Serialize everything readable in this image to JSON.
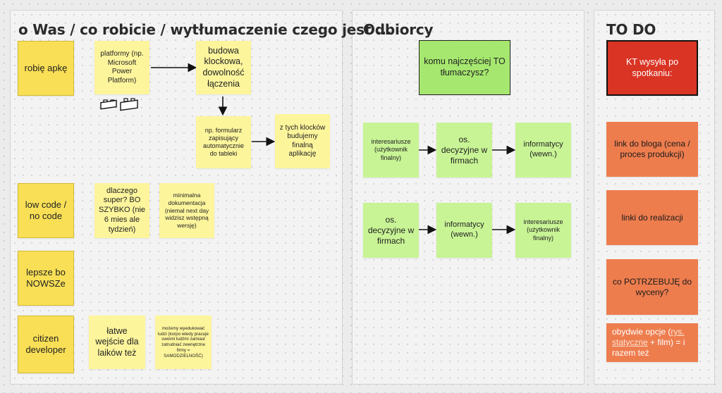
{
  "frames": {
    "main": {
      "title": "o Was / co robicie / wytłumaczenie czego jest ..."
    },
    "odbiorcy": {
      "title": "Odbiorcy"
    },
    "todo": {
      "title": "TO DO"
    }
  },
  "main": {
    "robie_apke": "robię apkę",
    "platformy": "platformy (np. Microsoft Power Platform)",
    "budowa": "budowa klockowa, dowolność łączenia",
    "formularz": "np. formularz zapisujący automatycznie do tableki",
    "z_tych": "z tych klocków budujemy finalną aplikację",
    "low_code": "low code / no code",
    "dlaczego": "dlaczego super? BO SZYBKO (nie 6 mies ale tydzień)",
    "minimalna": "minimalna dokumentacja (niemal next day widzisz wstępną wersję)",
    "lepsze": "lepsze bo NOWSZe",
    "citizen": "citizen developer",
    "latwe": "łatwe wejście dla laików też",
    "mozemy": "możemy wyedukować ludzi (korpo wtedy pracuje swoimi ludźmi zamiast zatrudniać zewnętrzne firmy = SAMODZIELNOŚĆ)"
  },
  "odbiorcy": {
    "question": "komu najczęściej TO tłumaczysz?",
    "row1": [
      "interesariusze (użytkownik finalny)",
      "os. decyzyjne w firmach",
      "informatycy (wewn.)"
    ],
    "row2": [
      "os. decyzyjne w firmach",
      "informatycy (wewn.)",
      "interesariusze (użytkownik finalny)"
    ]
  },
  "todo": {
    "kt": "KT wysyła po spotkaniu:",
    "link_bloga": "link do bloga (cena / proces produkcji)",
    "linki": "linki do realizacji",
    "potrzebuje": "co POTRZEBUJĘ do wyceny?",
    "obydwie_pre": "obydwie opcje (",
    "obydwie_link": "rys. statyczne",
    "obydwie_post": " + film) = i razem też"
  },
  "colors": {
    "yellow_dark": "#f9df56",
    "yellow_light": "#fdf59c",
    "green_light": "#c8f495",
    "green_dark": "#a6e86f",
    "red": "#d93424",
    "orange": "#ee7d4e"
  },
  "icons": [
    "lego-brick-icon",
    "lego-brick-icon"
  ]
}
